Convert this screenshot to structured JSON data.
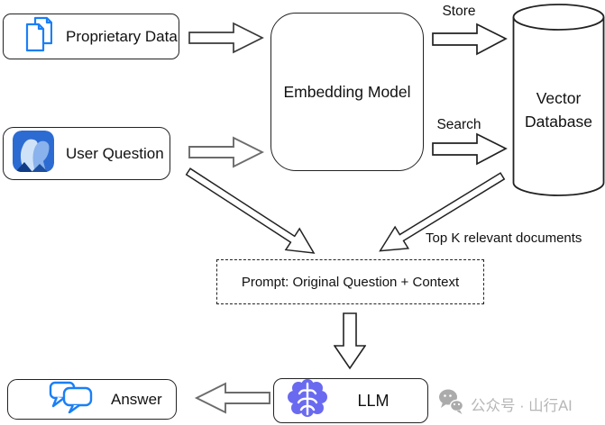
{
  "diagram": {
    "title": "RAG pipeline diagram",
    "nodes": {
      "proprietary_data": "Proprietary Data",
      "user_question": "User Question",
      "embedding_model": "Embedding Model",
      "vector_database": "Vector Database",
      "prompt": "Prompt: Original Question + Context",
      "llm": "LLM",
      "answer": "Answer"
    },
    "edge_labels": {
      "store": "Store",
      "search": "Search",
      "top_k": "Top K relevant documents"
    },
    "icons": {
      "proprietary_data": "documents-icon",
      "user_question": "people-icon",
      "llm": "brain-icon",
      "answer": "chat-bubbles-icon",
      "watermark": "wechat-icon"
    },
    "colors": {
      "outline": "#222222",
      "arrow_gray": "#6b6b6b",
      "icon_blue": "#1a7ff6",
      "icon_purple": "#6a6af0",
      "user_icon_bg": "#2c6bd2",
      "watermark_gray": "#b6b6b6",
      "background": "#ffffff"
    }
  },
  "watermark": {
    "text": "公众号 · 山行AI"
  }
}
